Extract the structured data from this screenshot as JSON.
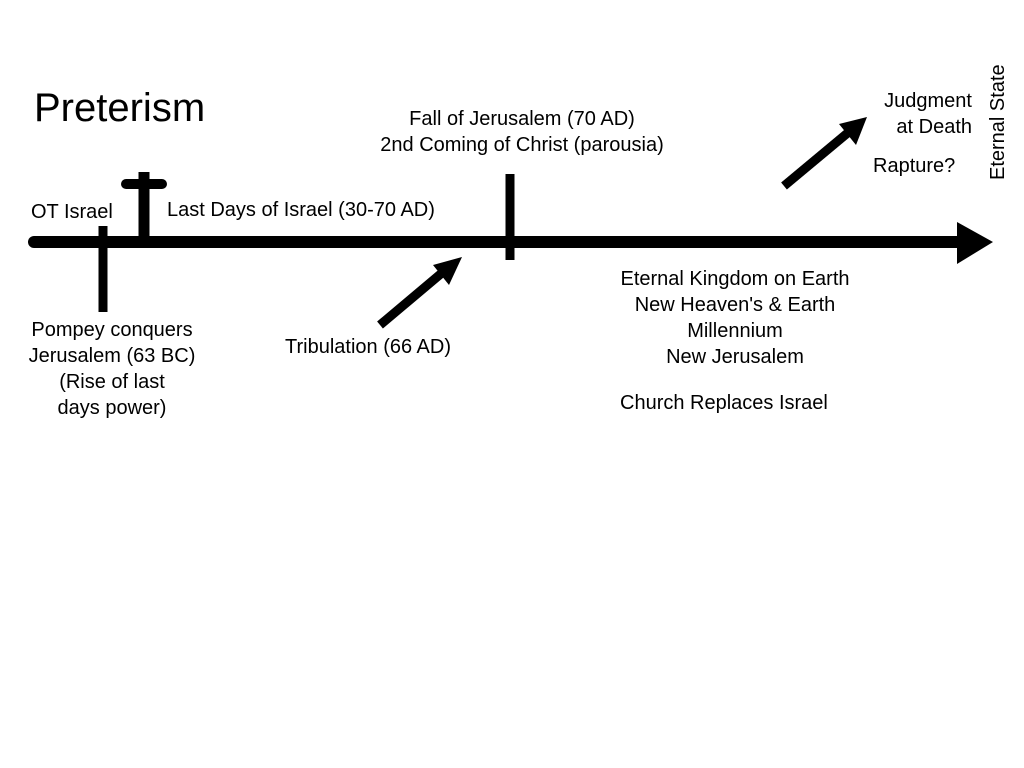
{
  "title": "Preterism",
  "labels": {
    "ot_israel": "OT Israel",
    "last_days": "Last Days of Israel (30-70 AD)",
    "fall_line1": "Fall of Jerusalem (70 AD)",
    "fall_line2": "2nd Coming of Christ (parousia)",
    "judgment_line1": "Judgment",
    "judgment_line2": "at Death",
    "rapture": "Rapture?",
    "eternal_state": "Eternal State",
    "pompey_line1": "Pompey conquers",
    "pompey_line2": "Jerusalem (63 BC)",
    "pompey_line3": "(Rise of last",
    "pompey_line4": "days power)",
    "tribulation": "Tribulation (66 AD)",
    "kingdom_line1": "Eternal Kingdom on Earth",
    "kingdom_line2": "New Heaven's & Earth",
    "kingdom_line3": "Millennium",
    "kingdom_line4": "New Jerusalem",
    "church": "Church Replaces Israel"
  },
  "icons": {
    "cross": "cross-icon",
    "arrow": "arrow-icon"
  },
  "colors": {
    "ink": "#000000",
    "background": "#ffffff"
  }
}
